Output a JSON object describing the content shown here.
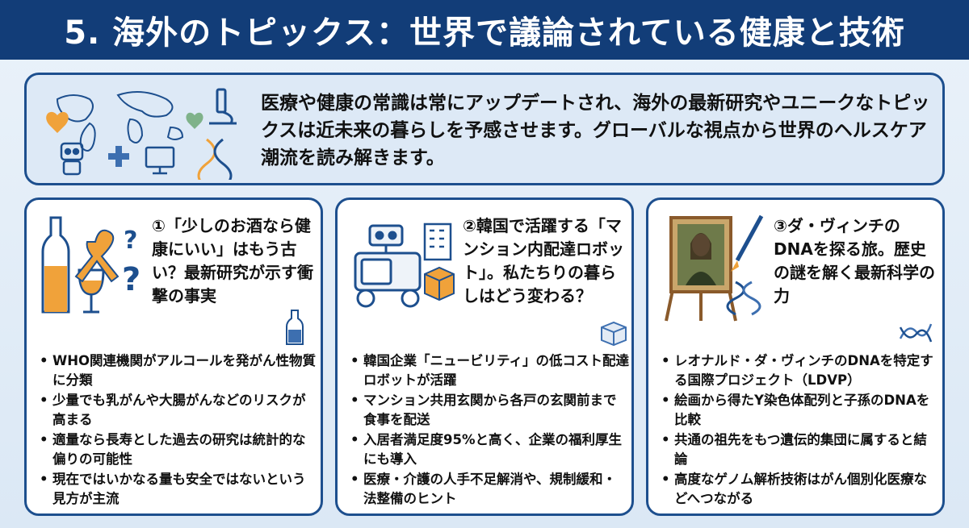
{
  "header": {
    "title": "5. 海外のトピックス：世界で議論されている健康と技術"
  },
  "intro": {
    "text": "医療や健康の常識は常にアップデートされ、海外の最新研究やユニークなトピックスは近未来の暮らしを予感させます。グローバルな視点から世界のヘルスケア潮流を読み解きます。",
    "icons": [
      "world-map-icon",
      "microscope-icon",
      "heart-icon",
      "robot-icon",
      "medical-cross-icon",
      "monitor-icon",
      "dna-icon"
    ]
  },
  "cards": [
    {
      "title": "①「少しのお酒なら健康にいい」はもう古い？最新研究が示す衝撃の事実",
      "icons": [
        "bottle-icon",
        "wine-glass-icon",
        "ribbon-icon",
        "question-icon"
      ],
      "bullets": [
        "WHO関連機関がアルコールを発がん性物質に分類",
        "少量でも乳がんや大腸がんなどのリスクが高まる",
        "適量なら長寿とした過去の研究は統計的な偏りの可能性",
        "現在ではいかなる量も安全ではないという見方が主流"
      ]
    },
    {
      "title": "②韓国で活躍する「マンション内配達ロボット」。私たちりの暮らしはどう変わる？",
      "icons": [
        "delivery-robot-icon",
        "building-icon",
        "package-icon"
      ],
      "bullets": [
        "韓国企業「ニュービリティ」の低コスト配達ロボットが活躍",
        "マンション共用玄関から各戸の玄関前まで食事を配送",
        "入居者満足度95%と高く、企業の福利厚生にも導入",
        "医療・介護の人手不足解消や、規制緩和・法整備のヒント"
      ]
    },
    {
      "title": "③ダ・ヴィンチのDNAを探る旅。歴史の謎を解く最新科学の力",
      "icons": [
        "painting-icon",
        "paintbrush-icon",
        "dna-icon"
      ],
      "bullets": [
        "レオナルド・ダ・ヴィンチのDNAを特定する国際プロジェクト（LDVP）",
        "絵画から得たY染色体配列と子孫のDNAを比較",
        "共通の祖先をもつ遺伝的集団に属すると結論",
        "高度なゲノム解析技術はがん個別化医療などへつながる"
      ]
    }
  ],
  "colors": {
    "header_bg": "#123d78",
    "border": "#1d4f8e",
    "accent_orange": "#f0a23a",
    "icon_blue": "#3d6fb0"
  }
}
